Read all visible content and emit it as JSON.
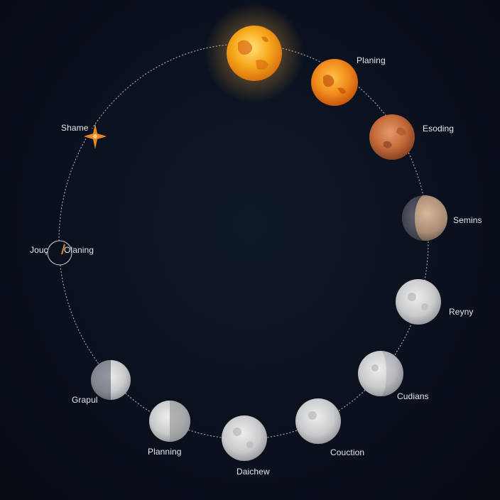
{
  "diagram": {
    "type": "moon-phase-cycle",
    "phases": [
      {
        "id": "fire-full",
        "style": "fire",
        "label": ""
      },
      {
        "id": "planning-top",
        "style": "fire",
        "label": "Planing"
      },
      {
        "id": "esoding",
        "style": "ember",
        "label": "Esoding"
      },
      {
        "id": "semins",
        "style": "waning",
        "label": "Semins"
      },
      {
        "id": "reyny",
        "style": "full",
        "label": "Reyny"
      },
      {
        "id": "cudians",
        "style": "half-right",
        "label": "Cudians"
      },
      {
        "id": "couction",
        "style": "full",
        "label": "Couction"
      },
      {
        "id": "dalchew",
        "style": "full",
        "label": "Daichew"
      },
      {
        "id": "planning-bottom",
        "style": "half-left",
        "label": "Planning"
      },
      {
        "id": "grapul",
        "style": "half-left",
        "label": "Grapul"
      },
      {
        "id": "jouc",
        "style": "ring",
        "label": "Jouç"
      },
      {
        "id": "qlaning",
        "style": "ring",
        "label": "Olaning"
      },
      {
        "id": "shame",
        "style": "star",
        "label": "Shame"
      }
    ],
    "colors": {
      "background": "#0a101c",
      "orbit": "#c9ccd4",
      "label": "#e6e8ee",
      "fire": "#f7a91c",
      "ember": "#c46a3a",
      "moon": "#cfd0d2"
    }
  }
}
